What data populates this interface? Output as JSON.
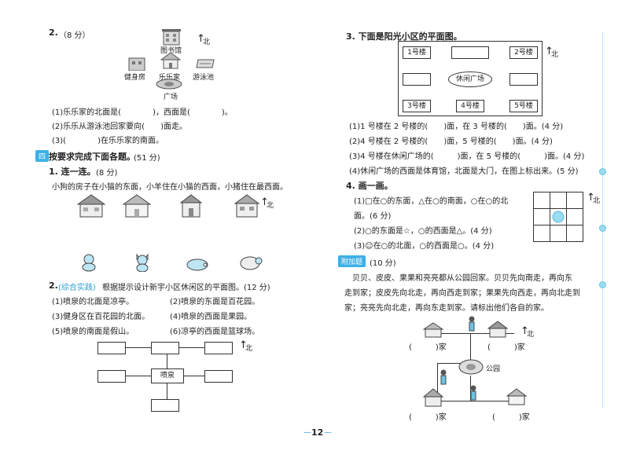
{
  "left": {
    "q2_header": "2.",
    "q2_score": "（8 分）",
    "map_labels": {
      "library": "图书馆",
      "gym": "健身房",
      "lele": "乐乐家",
      "pool": "游泳池",
      "square": "广场",
      "north": "北"
    },
    "q2_lines": [
      "(1)乐乐家的北面是(　　　　)，西面是(　　　　)。",
      "(2)乐乐从游泳池回家要向(　　)面走。",
      "(3)(　　　　)在乐乐家的南面。"
    ],
    "section4_num": "四",
    "section4_title": "按要求完成下面各题。",
    "section4_score": "(51 分)",
    "q1_header": "1. 连一连。",
    "q1_score": "(8 分)",
    "q1_text": "小狗的房子在小猫的东面，小羊住在小猫的西面，小猪住在最西面。",
    "q1_north": "北",
    "q2b_num": "2.",
    "q2b_tag": "(综合实践)",
    "q2b_text": "根据提示设计新宇小区休闲区的平面图。(12 分)",
    "q2b_clues": [
      "(1)喷泉的北面是凉亭。",
      "(2)喷泉的东面是百花园。",
      "(3)健身区在百花园的北面。",
      "(4)喷泉的西面是果园。",
      "(5)喷泉的南面是假山。",
      "(6)凉亭的西面是篮球场。"
    ],
    "fountain": "喷泉",
    "q2b_north": "北"
  },
  "right": {
    "q3_header": "3. 下面是阳光小区的平面图。",
    "buildings": [
      "1号楼",
      "2号楼",
      "3号楼",
      "4号楼",
      "5号楼"
    ],
    "plaza": "休闲广场",
    "q3_north": "北",
    "q3_lines": [
      "(1)1 号楼在 2 号楼的(　　)面，在 3 号楼的(　　)面。(4 分)",
      "(2)4 号楼在 2 号楼的(　　)面，5 号楼的(　　)面。(4 分)",
      "(3)4 号楼在休闲广场的(　　　)面，在 5 号楼的(　　　)面。(4 分)",
      "(4)休闲广场的西面是体育馆，北面是大门，在图上标出来。(5 分)"
    ],
    "q4_header": "4. 画一画。",
    "q4_lines": [
      "(1)□在○的东面，△在○的南面，○在○的北",
      "面。(6 分)",
      "(2)○的东面是☆，○的西面是△。(4 分)",
      "(3)☺在○的北面，○的西面是○。(4 分)"
    ],
    "q4_north": "北",
    "bonus_tag": "附加题",
    "bonus_score": "(10 分)",
    "bonus_text": [
      "贝贝、皮皮、果果和亮亮都从公园回家。贝贝先向南走，再向东",
      "走到家；皮皮先向北走，再向西走到家；果果先向西走，再向北走到",
      "家；亮亮先向北走，再向东走到家。请标出他们各自的家。"
    ],
    "home_labels": [
      "(　　　)家",
      "(　　　)家",
      "(　　　)家",
      "(　　　)家"
    ],
    "park": "公园",
    "bonus_north": "北"
  },
  "page_number": "12"
}
